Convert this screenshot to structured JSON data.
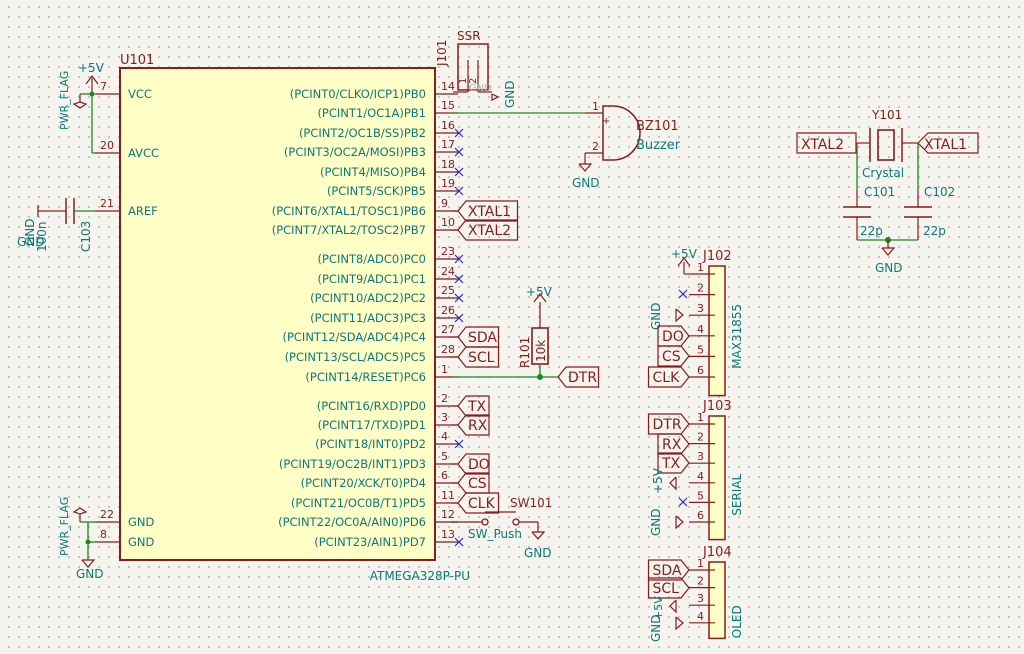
{
  "u101": {
    "ref": "U101",
    "value": "ATMEGA328P-PU",
    "left_pins": [
      {
        "num": "7",
        "name": "VCC"
      },
      {
        "num": "20",
        "name": "AVCC"
      },
      {
        "num": "21",
        "name": "AREF"
      },
      {
        "num": "22",
        "name": "GND"
      },
      {
        "num": "8",
        "name": "GND"
      }
    ],
    "right_pins": [
      {
        "num": "14",
        "name": "(PCINT0/CLKO/ICP1)PB0"
      },
      {
        "num": "15",
        "name": "(PCINT1/OC1A)PB1"
      },
      {
        "num": "16",
        "name": "(PCINT2/OC1B/SS)PB2"
      },
      {
        "num": "17",
        "name": "(PCINT3/OC2A/MOSI)PB3"
      },
      {
        "num": "18",
        "name": "(PCINT4/MISO)PB4"
      },
      {
        "num": "19",
        "name": "(PCINT5/SCK)PB5"
      },
      {
        "num": "9",
        "name": "(PCINT6/XTAL1/TOSC1)PB6"
      },
      {
        "num": "10",
        "name": "(PCINT7/XTAL2/TOSC2)PB7"
      },
      {
        "num": "23",
        "name": "(PCINT8/ADC0)PC0"
      },
      {
        "num": "24",
        "name": "(PCINT9/ADC1)PC1"
      },
      {
        "num": "25",
        "name": "(PCINT10/ADC2)PC2"
      },
      {
        "num": "26",
        "name": "(PCINT11/ADC3)PC3"
      },
      {
        "num": "27",
        "name": "(PCINT12/SDA/ADC4)PC4"
      },
      {
        "num": "28",
        "name": "(PCINT13/SCL/ADC5)PC5"
      },
      {
        "num": "1",
        "name": "(PCINT14/RESET)PC6"
      },
      {
        "num": "2",
        "name": "(PCINT16/RXD)PD0"
      },
      {
        "num": "3",
        "name": "(PCINT17/TXD)PD1"
      },
      {
        "num": "4",
        "name": "(PCINT18/INT0)PD2"
      },
      {
        "num": "5",
        "name": "(PCINT19/OC2B/INT1)PD3"
      },
      {
        "num": "6",
        "name": "(PCINT20/XCK/T0)PD4"
      },
      {
        "num": "11",
        "name": "(PCINT21/OC0B/T1)PD5"
      },
      {
        "num": "12",
        "name": "(PCINT22/OC0A/AIN0)PD6"
      },
      {
        "num": "13",
        "name": "(PCINT23/AIN1)PD7"
      }
    ],
    "pin_labels": {
      "pb6": "XTAL1",
      "pb7": "XTAL2",
      "pc4": "SDA",
      "pc5": "SCL",
      "pc6": "DTR",
      "pd0": "TX",
      "pd1": "RX",
      "pd3": "DO",
      "pd4": "CS",
      "pd5": "CLK"
    }
  },
  "power": {
    "plus5v": "+5V",
    "gnd": "GND",
    "pwr_flag": "PWR_FLAG"
  },
  "c103": {
    "ref": "C103",
    "value": "100n"
  },
  "j101": {
    "ref": "J101",
    "value": "SSR",
    "pin1": "1",
    "pin2": "2"
  },
  "bz101": {
    "ref": "BZ101",
    "value": "Buzzer",
    "pin1": "1",
    "pin2": "2"
  },
  "r101": {
    "ref": "R101",
    "value": "10k"
  },
  "sw101": {
    "ref": "SW101",
    "value": "SW_Push"
  },
  "y101": {
    "ref": "Y101",
    "value": "Crystal",
    "left_label": "XTAL2",
    "right_label": "XTAL1"
  },
  "c101": {
    "ref": "C101",
    "value": "22p"
  },
  "c102": {
    "ref": "C102",
    "value": "22p"
  },
  "j102": {
    "ref": "J102",
    "value": "MAX31855",
    "pins": [
      "1",
      "2",
      "3",
      "4",
      "5",
      "6"
    ],
    "labels": [
      "DO",
      "CS",
      "CLK"
    ]
  },
  "j103": {
    "ref": "J103",
    "value": "SERIAL",
    "pins": [
      "1",
      "2",
      "3",
      "4",
      "5",
      "6"
    ],
    "labels": [
      "DTR",
      "RX",
      "TX"
    ]
  },
  "j104": {
    "ref": "J104",
    "value": "OLED",
    "pins": [
      "1",
      "2",
      "3",
      "4"
    ],
    "labels": [
      "SDA",
      "SCL"
    ]
  }
}
